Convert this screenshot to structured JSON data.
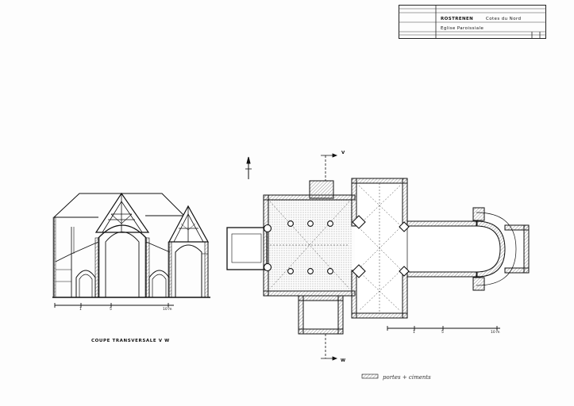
{
  "title_block": {
    "town": "ROSTRENEN",
    "department": "Cotes du Nord",
    "building": "Eglise Paroissiale"
  },
  "section": {
    "caption": "COUPE TRANSVERSALE V W",
    "scale_labels": [
      "1",
      "5",
      "10 m"
    ]
  },
  "plan": {
    "section_marks": [
      "V",
      "W"
    ],
    "scale_labels": [
      "1",
      "5",
      "10 m"
    ],
    "legend": "portes + ciments"
  }
}
